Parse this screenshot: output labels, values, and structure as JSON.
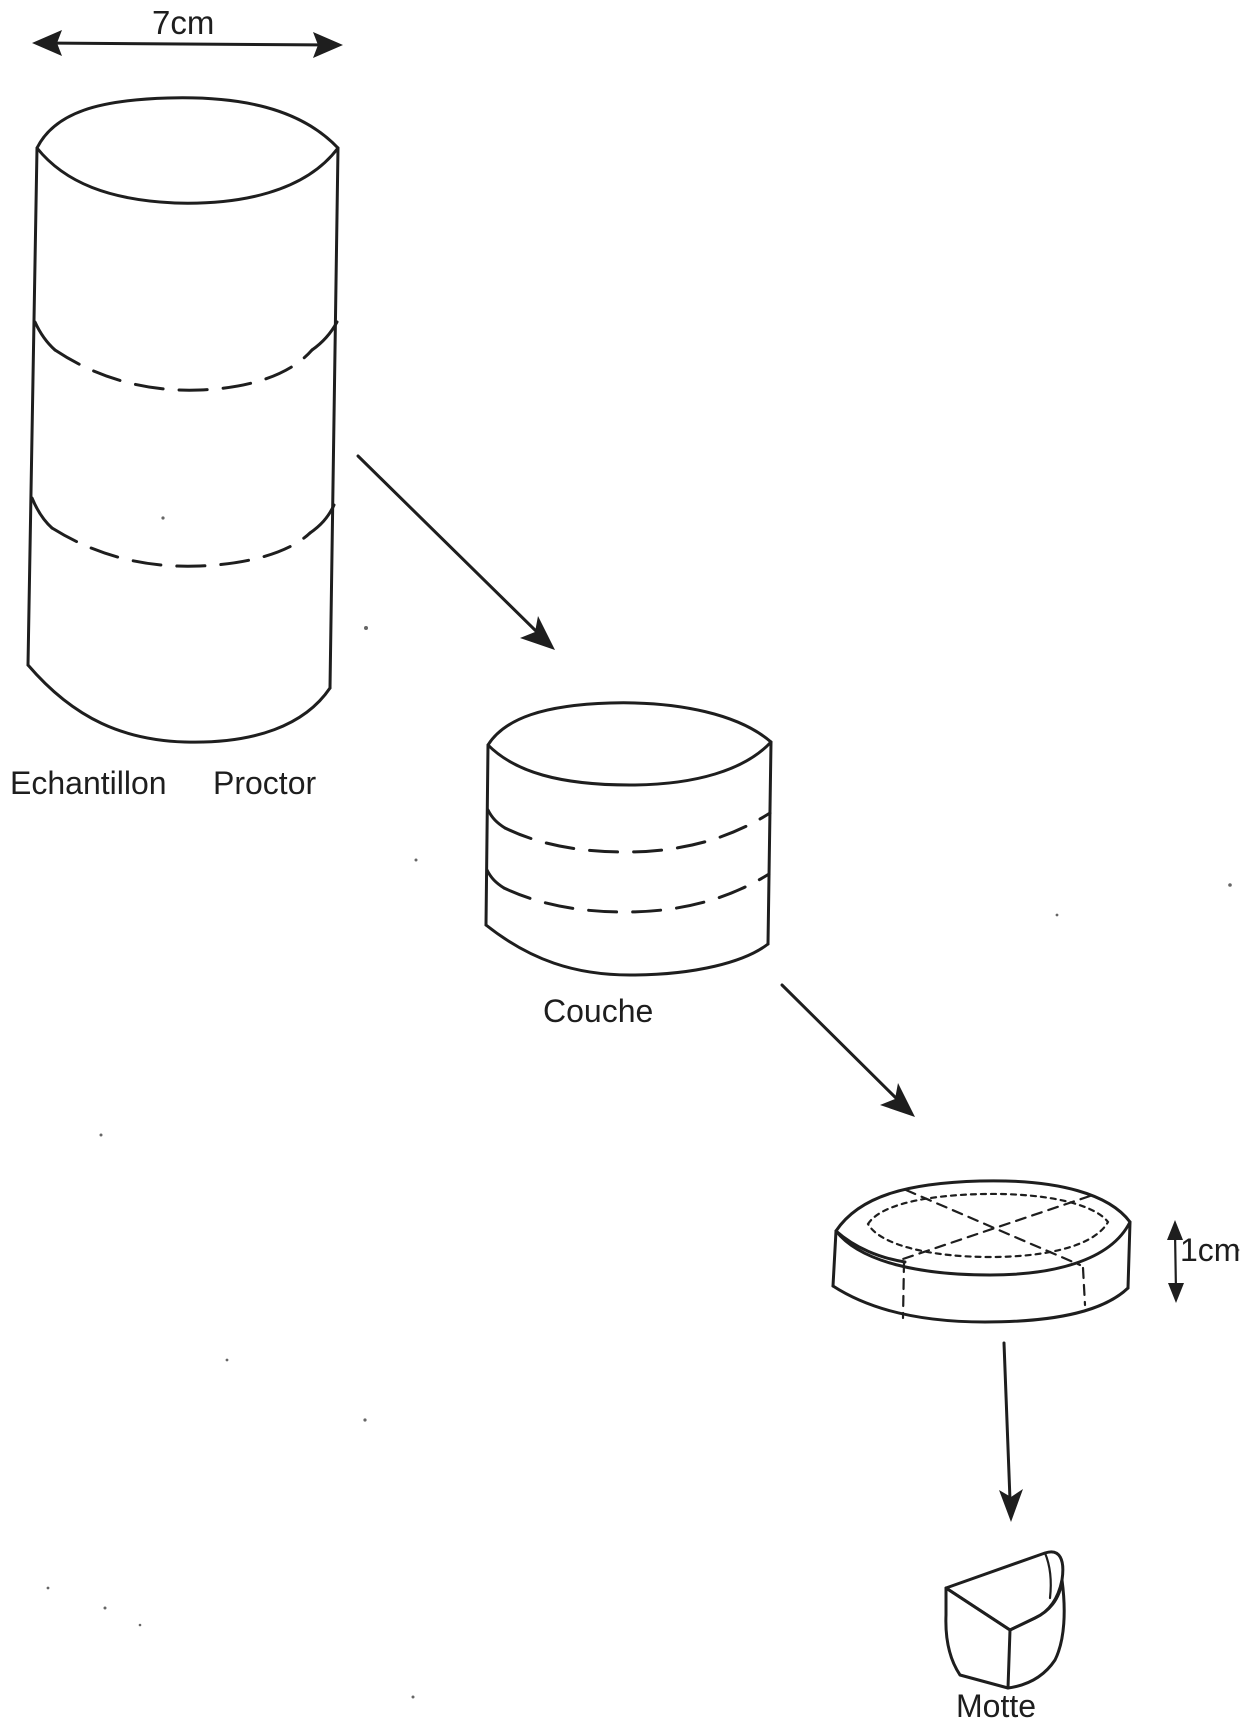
{
  "labels": {
    "dimension_width": "7cm",
    "dimension_height": "1cm",
    "sample_word1": "Echantillon",
    "sample_word2": "Proctor",
    "layer": "Couche",
    "clod": "Motte"
  }
}
